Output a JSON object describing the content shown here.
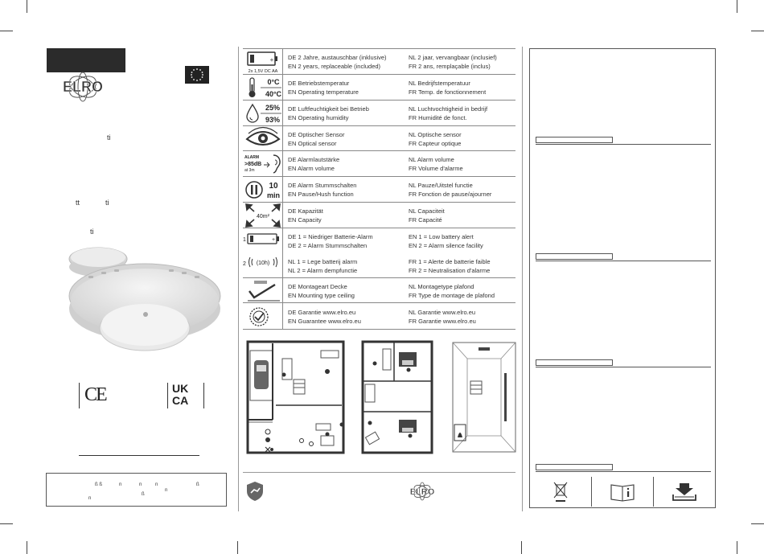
{
  "brand": {
    "name": "ELRO"
  },
  "left_panel": {
    "fragments": [
      "ti",
      "tt",
      "ti",
      "ti"
    ]
  },
  "marks": {
    "ce": "CE",
    "ukca_top": "UK",
    "ukca_bottom": "CA"
  },
  "footer_fragments": [
    "ß ß",
    "n",
    "n",
    "n",
    "n",
    "ß",
    "n",
    "ß"
  ],
  "specs": [
    {
      "icon": "battery-icon",
      "icon_caption": "2x 1,5V DC AA",
      "de": "DE 2 Jahre, austauschbar (inklusive)",
      "en": "EN 2 years, replaceable (included)",
      "nl": "NL 2 jaar, vervangbaar (inclusief)",
      "fr": "FR 2 ans, remplaçable (inclus)"
    },
    {
      "icon": "thermometer-icon",
      "icon_val1": "0°C",
      "icon_val2": "40°C",
      "de": "DE Betriebstemperatur",
      "en": "EN Operating temperature",
      "nl": "NL Bedrijfstemperatuur",
      "fr": "FR Temp. de fonctionnement"
    },
    {
      "icon": "humidity-drop-icon",
      "icon_val1": "25%",
      "icon_val2": "93%",
      "de": "DE Luftfeuchtigkeit bei Betrieb",
      "en": "EN Operating humidity",
      "nl": "NL Luchtvochtigheid in bedrijf",
      "fr": "FR Humidité de fonct."
    },
    {
      "icon": "eye-icon",
      "de": "DE Optischer Sensor",
      "en": "EN Optical sensor",
      "nl": "NL Optische sensor",
      "fr": "FR Capteur optique"
    },
    {
      "icon": "ear-icon",
      "icon_l1": "ALARM",
      "icon_l2": ">85dB",
      "icon_l3": "at 3m",
      "de": "DE Alarmlautstärke",
      "en": "EN Alarm volume",
      "nl": "NL Alarm volume",
      "fr": "FR Volume d'alarme"
    },
    {
      "icon": "pause-icon",
      "icon_val1": "10",
      "icon_val2": "min",
      "de": "DE Alarm Stummschalten",
      "en": "EN Pause/Hush function",
      "nl": "NL Pauze/Uitstel functie",
      "fr": "FR Fonction de pause/ajourner"
    },
    {
      "icon": "capacity-arrows-icon",
      "icon_val1": "40m²",
      "de": "DE Kapazität",
      "en": "EN Capacity",
      "nl": "NL Capaciteit",
      "fr": "FR Capacité"
    },
    {
      "icon": "battery-alert-icon",
      "num1": "1",
      "num2": "2",
      "badge": "(10h)",
      "de": "DE 1 = Niedriger Batterie-Alarm",
      "en": "DE 2 = Alarm Stummschalten",
      "nl": "EN 1 = Low battery alert",
      "fr": "EN 2 = Alarm silence facility",
      "de2": "NL 1 = Lege batterij alarm",
      "en2": "NL 2 = Alarm dempfunctie",
      "nl2": "FR 1 = Alerte de batterie faible",
      "fr2": "FR 2 = Neutralisation d'alarme"
    },
    {
      "icon": "ceiling-mount-icon",
      "de": "DE Montageart Decke",
      "en": "EN Mounting type ceiling",
      "nl": "NL Montagetype plafond",
      "fr": "FR Type de montage de plafond"
    },
    {
      "icon": "guarantee-check-icon",
      "de": "DE Garantie www.elro.eu",
      "en": "EN Guarantee www.elro.eu",
      "nl": "NL Garantie www.elro.eu",
      "fr": "FR Garantie www.elro.eu"
    }
  ]
}
